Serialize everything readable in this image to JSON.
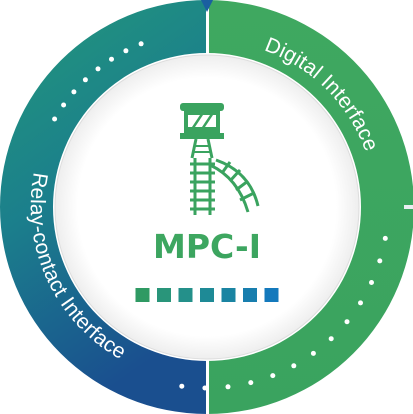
{
  "diagram": {
    "product_name": "MPC-I",
    "ring_labels": {
      "right": "Digital Interface",
      "left": "Relay-contact Interface"
    },
    "colors": {
      "green": "#3fa65b",
      "green_dark": "#2f8f55",
      "teal": "#1e8a7c",
      "blue": "#1a62a6",
      "navy": "#1b4f8c",
      "dots": "#ffffff"
    },
    "center_icon": "railway-signal-tower-icon",
    "marker_icon": "triangle-down-marker-icon",
    "progress_squares": [
      {
        "color": "#2f9a63"
      },
      {
        "color": "#29957a"
      },
      {
        "color": "#24908a"
      },
      {
        "color": "#1e8a96"
      },
      {
        "color": "#1a84a2"
      },
      {
        "color": "#187eae"
      },
      {
        "color": "#1479bc"
      }
    ]
  }
}
